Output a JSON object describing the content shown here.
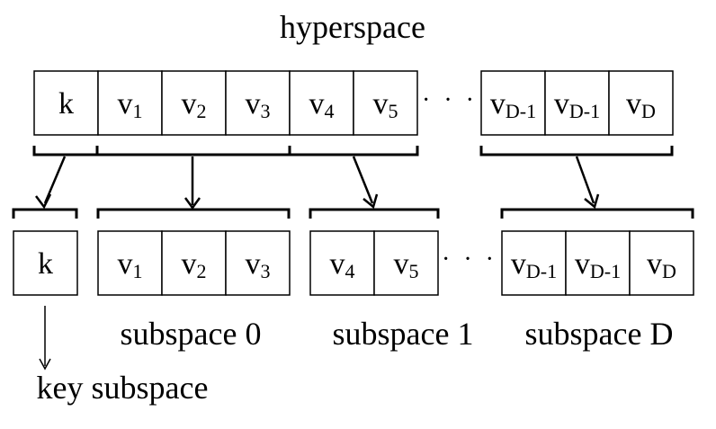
{
  "title": "hyperspace",
  "top_cells": [
    {
      "main": "k",
      "sub": ""
    },
    {
      "main": "v",
      "sub": "1"
    },
    {
      "main": "v",
      "sub": "2"
    },
    {
      "main": "v",
      "sub": "3"
    },
    {
      "main": "v",
      "sub": "4"
    },
    {
      "main": "v",
      "sub": "5"
    },
    {
      "main": "v",
      "sub": "D-1"
    },
    {
      "main": "v",
      "sub": "D-1"
    },
    {
      "main": "v",
      "sub": "D"
    }
  ],
  "ellipsis": "· · ·",
  "groups": [
    {
      "label": "",
      "cells": [
        {
          "main": "k",
          "sub": ""
        }
      ]
    },
    {
      "label": "subspace 0",
      "cells": [
        {
          "main": "v",
          "sub": "1"
        },
        {
          "main": "v",
          "sub": "2"
        },
        {
          "main": "v",
          "sub": "3"
        }
      ]
    },
    {
      "label": "subspace 1",
      "cells": [
        {
          "main": "v",
          "sub": "4"
        },
        {
          "main": "v",
          "sub": "5"
        }
      ]
    },
    {
      "label": "subspace D",
      "cells": [
        {
          "main": "v",
          "sub": "D-1"
        },
        {
          "main": "v",
          "sub": "D-1"
        },
        {
          "main": "v",
          "sub": "D"
        }
      ]
    }
  ],
  "key_label": "key subspace"
}
